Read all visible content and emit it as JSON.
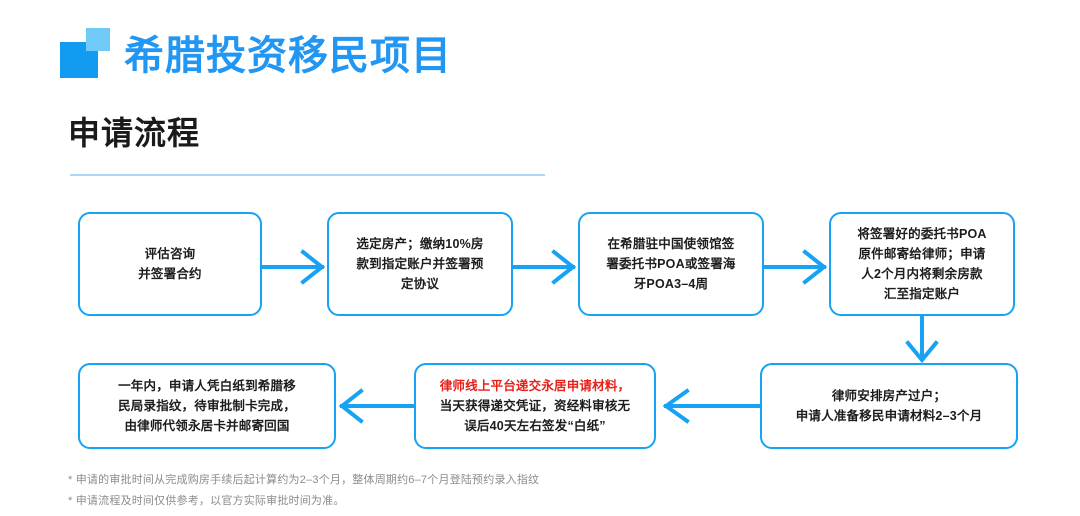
{
  "brand": {
    "title": "希腊投资移民项目",
    "mark_icon": "square-logo-icon",
    "color_primary": "#2196f3",
    "color_mark_big": "#139af1",
    "color_mark_small": "#6fcbf6"
  },
  "section": {
    "title": "申请流程",
    "divider_color": "#a9dcf2"
  },
  "flow": {
    "box_border_color": "#17a2f3",
    "arrow_color": "#17a2f3",
    "highlight_color": "#e8201a",
    "steps": [
      {
        "id": "step-1",
        "lines": [
          {
            "text": "评估咨询",
            "highlight": false
          },
          {
            "text": "并签署合约",
            "highlight": false
          }
        ]
      },
      {
        "id": "step-2",
        "lines": [
          {
            "text": "选定房产；缴纳10%房",
            "highlight": false
          },
          {
            "text": "款到指定账户并签署预",
            "highlight": false
          },
          {
            "text": "定协议",
            "highlight": false
          }
        ]
      },
      {
        "id": "step-3",
        "lines": [
          {
            "text": "在希腊驻中国使领馆签",
            "highlight": false
          },
          {
            "text": "署委托书POA或签署海",
            "highlight": false
          },
          {
            "text": "牙POA3–4周",
            "highlight": false
          }
        ]
      },
      {
        "id": "step-4",
        "lines": [
          {
            "text": "将签署好的委托书POA",
            "highlight": false
          },
          {
            "text": "原件邮寄给律师；申请",
            "highlight": false
          },
          {
            "text": "人2个月内将剩余房款",
            "highlight": false
          },
          {
            "text": "汇至指定账户",
            "highlight": false
          }
        ]
      },
      {
        "id": "step-5",
        "lines": [
          {
            "text": "律师安排房产过户；",
            "highlight": false
          },
          {
            "text": "申请人准备移民申请材料2–3个月",
            "highlight": false
          }
        ]
      },
      {
        "id": "step-6",
        "lines": [
          {
            "text": "律师线上平台递交永居申请材料，",
            "highlight": true
          },
          {
            "text": "当天获得递交凭证，资经料审核无",
            "highlight": false
          },
          {
            "text": "误后40天左右签发“白纸”",
            "highlight": false
          }
        ]
      },
      {
        "id": "step-7",
        "lines": [
          {
            "text": "一年内，申请人凭白纸到希腊移",
            "highlight": false
          },
          {
            "text": "民局录指纹，待审批制卡完成，",
            "highlight": false
          },
          {
            "text": "由律师代领永居卡并邮寄回国",
            "highlight": false
          }
        ]
      }
    ],
    "connectors": [
      {
        "id": "arrow-1-2",
        "icon": "arrow-right-icon"
      },
      {
        "id": "arrow-2-3",
        "icon": "arrow-right-icon"
      },
      {
        "id": "arrow-3-4",
        "icon": "arrow-right-icon"
      },
      {
        "id": "arrow-4-5",
        "icon": "arrow-down-icon"
      },
      {
        "id": "arrow-5-6",
        "icon": "arrow-left-icon"
      },
      {
        "id": "arrow-6-7",
        "icon": "arrow-left-icon"
      }
    ]
  },
  "footnotes": [
    {
      "text": "* 申请的审批时间从完成购房手续后起计算约为2–3个月，整体周期约6–7个月登陆预约录入指纹"
    },
    {
      "text": "* 申请流程及时间仅供参考，以官方实际审批时间为准。"
    }
  ]
}
